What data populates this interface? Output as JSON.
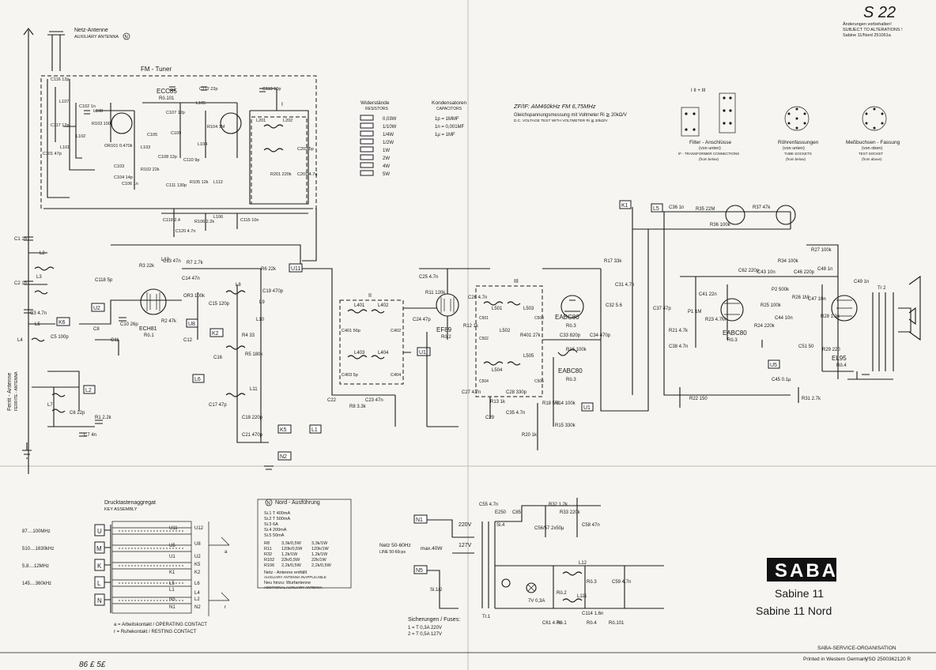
{
  "sheet": {
    "page_number": "S 22",
    "revision_note": [
      "Änderungen vorbehalten!",
      "SUBJECT TO ALTERATIONS !",
      "Sabine 11/Nord 251061a"
    ],
    "handwritten_mark": "86 £ 5£",
    "footer_org": "SABA-SERVICE-ORGANISATION",
    "footer_printed": "Printed in Western Germany",
    "footer_vso": "VSO 2500362120 R"
  },
  "brand": {
    "logo_text": "SABA",
    "model_line1": "Sabine 11",
    "model_line2": "Sabine 11 Nord"
  },
  "antenna": {
    "title": "Netz-Antenne",
    "subtitle": "AUXILIARY ANTENNA",
    "nord_badge": "N",
    "ferrit_label": "Ferrit - Antenne",
    "ferrit_sub": "FERRITE - ANTENNA"
  },
  "fm_tuner": {
    "title": "FM - Tuner",
    "tube_name": "ECC85",
    "tube_ref": "Rö.101",
    "filter_ref": "I"
  },
  "components": [
    "C116 12p",
    "L107",
    "C117 12p",
    "L101",
    "C101 47p",
    "L102",
    "C102 1n",
    "L108",
    "R103 100",
    "OR101 0.470k",
    "C103",
    "C104 14p",
    "C106 1n",
    "R102 22k",
    "C105",
    "L103",
    "C108 12p",
    "C109",
    "C110 9p",
    "C111 130p",
    "R105 12k",
    "L112",
    "C107 12p",
    "L105",
    "R104 1M",
    "L104",
    "C112 22p",
    "C113 10p",
    "L201",
    "L202",
    "C202 5p",
    "R201 220k",
    "C201 4.7n",
    "C119 2.4",
    "C120 4.7n",
    "R106 2.2k",
    "L106",
    "C115 10n",
    "C1 1n",
    "L2",
    "L3",
    "C2 1n",
    "C3 4.7n",
    "L5",
    "C5 100p",
    "L4",
    "C8",
    "C118 5p",
    "C11",
    "C10 26p",
    "ECH81",
    "Rö.1",
    "L13",
    "R3 22k",
    "C13 47n",
    "R7 2.7k",
    "C14 47n",
    "R2 47k",
    "OR3 100k",
    "C12",
    "C15 120p",
    "L8",
    "L9",
    "L10",
    "C16",
    "R4 33",
    "R5 180k",
    "L11",
    "C17 47p",
    "C18 220p",
    "C21 470p",
    "R6 22k",
    "C19 470p",
    "R1 2.2k",
    "C6 22p",
    "C7 4n",
    "L7",
    "L401",
    "L402",
    "C401 56p",
    "C402",
    "L403",
    "L404",
    "C403 5p",
    "C404",
    "C23 47n",
    "R8 3.3k",
    "C22",
    "C24 47p",
    "R11 120k",
    "C25 4.7n",
    "C26 4.7n",
    "EF89",
    "Rö.2",
    "R12 1k",
    "C27 4.7n",
    "L501",
    "L502",
    "L503",
    "L504",
    "L505",
    "C501",
    "C502",
    "C503",
    "C504",
    "C505",
    "R17 33k",
    "C31 4.7n",
    "C32 5.6",
    "C33 820p",
    "C34 470p",
    "R401 27k",
    "R16 100k",
    "C28 330p",
    "R18 5M",
    "R13 1k",
    "C35 4.7n",
    "C29",
    "R14 100k",
    "R15 330k",
    "R20 1k",
    "EABC80",
    "Rö.3",
    "C36 1n",
    "R35 22M",
    "R36 100k",
    "R37 47k",
    "C62 220p",
    "C37 47p",
    "R21 4.7k",
    "C38 4.7n",
    "P1 1M",
    "C41 22n",
    "R23 4.7M",
    "R24 220k",
    "C43 10n",
    "R25 100k",
    "R34 100k",
    "P2 500k",
    "C44 10n",
    "C46 220p",
    "R26 1M",
    "C47 10n",
    "R27 100k",
    "C48 1n",
    "C49 1n",
    "R28 1.1k",
    "R29 220",
    "C51 50",
    "EL95",
    "Rö.4",
    "Tr 2",
    "R22 150",
    "R31 2.7k",
    "C45 0.1μ",
    "C55 4.7n",
    "E250",
    "C85",
    "Si.4",
    "R32 1.2k",
    "R33 220k",
    "C56/57 2x50μ",
    "C58 47n",
    "Si.1/2",
    "Tr.1",
    "7V 0.3A",
    "L12",
    "L111",
    "C114 1.6n",
    "C61 4.7n",
    "C59 4.7n"
  ],
  "keys": {
    "right_column": [
      "U11",
      "U2",
      "K6",
      "L6",
      "K5",
      "U5",
      "U1",
      "K2",
      "L5",
      "L1",
      "N2",
      "L2",
      "K1",
      "N5",
      "N1",
      "U8"
    ]
  },
  "resistor_legend": {
    "title": "Widerstände",
    "subtitle": "RESISTORS",
    "items": [
      "0,03W",
      "1/10W",
      "1/4W",
      "1/2W",
      "1W",
      "2W",
      "4W",
      "5W"
    ]
  },
  "capacitor_legend": {
    "title": "Kondensatoren",
    "subtitle": "CAPACITORS",
    "items": [
      "1p = 1MMF",
      "1n = 0,001MF",
      "1μ = 1MF"
    ]
  },
  "if_info": {
    "line1": "ZF/IF: AM460kHz   FM 6,75MHz",
    "line2": "Gleichspannungsmessung mit Voltmeter Ri ≧ 20kΩ/V",
    "line3": "D.C. VOLTAGE TEST WITH VOLTMETER Ri ≧ 20kΩ/V"
  },
  "connector_legend": [
    {
      "title": "Filter - Anschlüsse",
      "sub1": "(von unten)",
      "sub2": "IF - TRANSFORMER CONNECTIONS",
      "sub3": "(from below)",
      "top_labels": "I      II + III"
    },
    {
      "title": "Röhrenfassungen",
      "sub1": "(von unten)",
      "sub2": "TUBE SOCKETS",
      "sub3": "(from below)"
    },
    {
      "title": "Meßbuchsen - Fassung",
      "sub1": "(von oben)",
      "sub2": "TEST SOCKET",
      "sub3": "(from above)"
    }
  ],
  "key_assembly": {
    "title": "Drucktastenaggregat",
    "subtitle": "KEY ASSEMBLY",
    "bands": [
      "87....100MHz",
      "510....1630kHz",
      "5,8....12MHz",
      "145....360kHz"
    ],
    "keys_left": [
      "U",
      "M",
      "K",
      "L",
      "N"
    ],
    "contacts_right1": [
      "U11",
      "U5",
      "U1",
      "K1",
      "L1",
      "N1"
    ],
    "contacts_right2": [
      "U12",
      "U2",
      "K2",
      "L6",
      "L4",
      "N2"
    ],
    "contacts_mid": [
      "U8",
      "K5",
      "L5",
      "N5",
      "L2"
    ],
    "legend_a": "a = Arbeitskontakt / OPERATING CONTACT",
    "legend_r": "r = Ruhekontakt / RESTING CONTACT"
  },
  "nord_box": {
    "title": "Nord - Ausführung",
    "badge": "N",
    "fuses": [
      "Si.1  T 400mA",
      "Si.2  T 500mA",
      "Si.3  6A",
      "Si.4  200mA",
      "Si.5  50mA"
    ],
    "resistors": [
      [
        "R8",
        "3,3k/0,5W",
        "3,3k/1W"
      ],
      [
        "R11",
        "120k/0,5W",
        "120k/1W"
      ],
      [
        "R32",
        "1,2k/1W",
        "1,2k/1W"
      ],
      [
        "R102",
        "22k/0,5W",
        "22k/1W"
      ],
      [
        "R106",
        "2,2k/0,5W",
        "2,2k/0,5W"
      ]
    ],
    "note1": "Netz - Antenne entfällt",
    "note1_en": "AUXILIARY ANTENNA INAPPLICABLE",
    "note2": "Neu hinzu: Wurfantenne",
    "note2_en": "ADDITIONAL AUXILIARY ANTENNA"
  },
  "power_supply": {
    "mains": "Netz 50-60Hz",
    "mains_en": "LINE 50-60cps",
    "max_power": "max.40W",
    "voltage1": "220V",
    "voltage2": "127V",
    "fuses_title": "Sicherungen / Fuses:",
    "fuse1": "1 = T 0,3A    220V",
    "fuse2": "2 = T 0,5A    127V",
    "tubes": [
      "Rö.2",
      "Rö.3",
      "Rö.1",
      "Rö.4",
      "Rö.101"
    ],
    "pilot": "7V 0,3A"
  },
  "tube_labels": [
    "ECC85",
    "ECH81",
    "EF89",
    "EABC80",
    "EL95"
  ],
  "speaker_ref": "Tr 2"
}
